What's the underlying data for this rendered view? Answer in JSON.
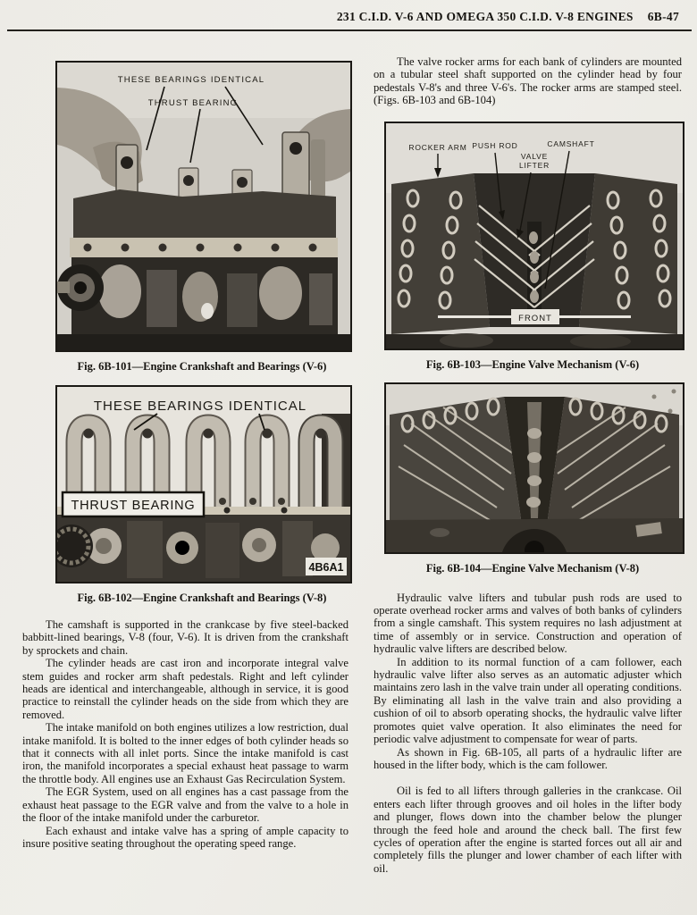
{
  "header": {
    "title": "231 C.I.D. V-6 AND OMEGA 350 C.I.D. V-8 ENGINES",
    "page_number": "6B-47"
  },
  "left_column": {
    "figures": [
      {
        "id": "6B-101",
        "caption": "Fig. 6B-101—Engine Crankshaft and Bearings (V-6)",
        "labels": {
          "bearings_identical": "THESE BEARINGS IDENTICAL",
          "thrust_bearing": "THRUST BEARING"
        }
      },
      {
        "id": "6B-102",
        "caption": "Fig. 6B-102—Engine Crankshaft and Bearings (V-8)",
        "labels": {
          "bearings_identical": "THESE BEARINGS IDENTICAL",
          "thrust_bearing": "THRUST BEARING",
          "photo_code": "4B6A1"
        }
      }
    ],
    "paragraphs": [
      "The camshaft is supported in the crankcase by five steel-backed babbitt-lined bearings, V-8 (four, V-6). It is driven from the crankshaft by sprockets and chain.",
      "The cylinder heads are cast iron and incorporate integral valve stem guides and rocker arm shaft pedestals. Right and left cylinder heads are identical and interchangeable, although in service, it is good practice to reinstall the cylinder heads on the side from which they are removed.",
      "The intake manifold on both engines utilizes a low restriction, dual intake manifold. It is bolted to the inner edges of both cylinder heads so that it connects with all inlet ports. Since the intake manifold is cast iron, the manifold incorporates a special exhaust heat passage to warm the throttle body. All engines use an Exhaust Gas Recirculation System.",
      "The EGR System, used on all engines has a cast passage from the exhaust heat passage to the EGR valve and from the valve to a hole in the floor of the intake manifold under the carburetor.",
      "Each exhaust and intake valve has a spring of ample capacity to insure positive seating throughout the operating speed range."
    ]
  },
  "right_column": {
    "intro_paragraph": "The valve rocker arms for each bank of cylinders are mounted on a tubular steel shaft supported on the cylinder head by four pedestals V-8's and three V-6's. The rocker arms are stamped steel. (Figs. 6B-103 and 6B-104)",
    "figures": [
      {
        "id": "6B-103",
        "caption": "Fig. 6B-103—Engine Valve Mechanism (V-6)",
        "labels": {
          "rocker_arm": "ROCKER ARM",
          "push_rod": "PUSH ROD",
          "valve_lifter_line1": "VALVE",
          "valve_lifter_line2": "LIFTER",
          "camshaft": "CAMSHAFT",
          "front": "FRONT"
        }
      },
      {
        "id": "6B-104",
        "caption": "Fig. 6B-104—Engine Valve Mechanism (V-8)"
      }
    ],
    "paragraphs": [
      "Hydraulic valve lifters and tubular push rods are used to operate overhead rocker arms and valves of both banks of cylinders from a single camshaft. This system requires no lash adjustment at time of assembly or in service. Construction and operation of hydraulic valve lifters are described below.",
      "In addition to its normal function of a cam follower, each hydraulic valve lifter also serves as an automatic adjuster which maintains zero lash in the valve train under all operating conditions. By eliminating all lash in the valve train and also providing a cushion of oil to absorb operating shocks, the hydraulic valve lifter promotes quiet valve operation. It also eliminates the need for periodic valve adjustment to compensate for wear of parts.",
      "As shown in Fig. 6B-105, all parts of a hydraulic lifter are housed in the lifter body, which is the cam follower.",
      "Oil is fed to all lifters through galleries in the crankcase. Oil enters each lifter through grooves and oil holes in the lifter body and plunger, flows down into the chamber below the plunger through the feed hole and around the check ball. The first few cycles of operation after the engine is started forces out all air and completely fills the plunger and lower chamber of each lifter with oil."
    ]
  }
}
